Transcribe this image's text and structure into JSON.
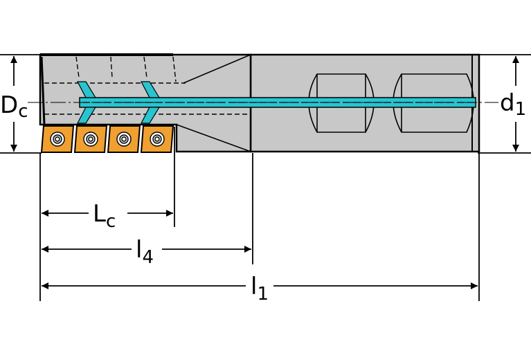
{
  "colors": {
    "background": "#ffffff",
    "body_fill": "#c8c8c8",
    "outline": "#000000",
    "coolant": "#29c4cf",
    "insert": "#f0a030"
  },
  "dimensions": {
    "Dc": {
      "main": "D",
      "sub": "c"
    },
    "d1": {
      "main": "d",
      "sub": "1"
    },
    "Lc": {
      "main": "L",
      "sub": "c"
    },
    "l4": {
      "main": "l",
      "sub": "4"
    },
    "l1": {
      "main": "l",
      "sub": "1"
    }
  },
  "inserts": {
    "count": 4
  }
}
